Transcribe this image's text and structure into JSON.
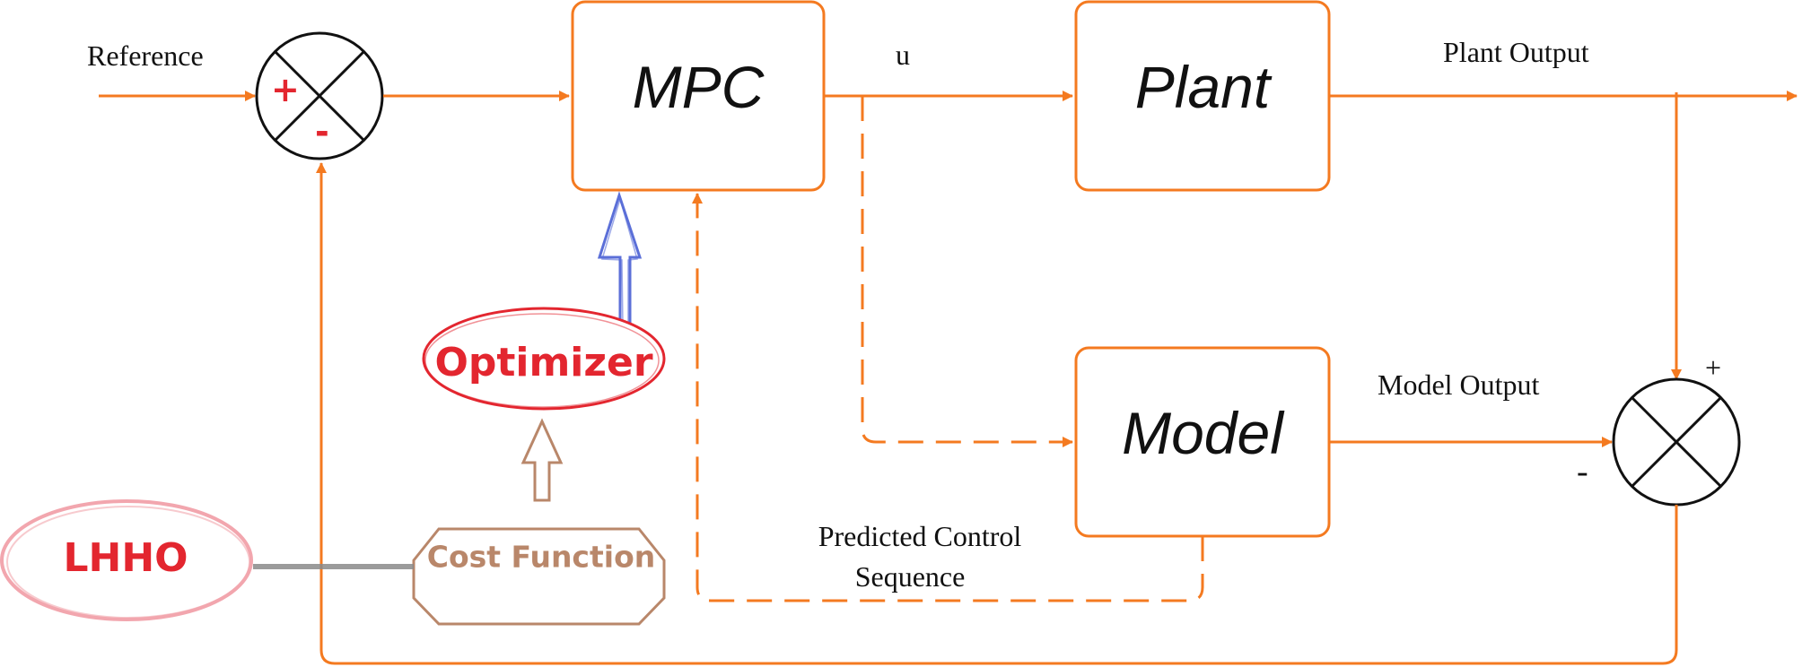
{
  "blocks": {
    "mpc": "MPC",
    "plant": "Plant",
    "model": "Model",
    "optimizer": "Optimizer",
    "cost_function": "Cost Function",
    "lhho": "LHHO"
  },
  "signals": {
    "reference": "Reference",
    "u": "u",
    "plant_output": "Plant Output",
    "model_output": "Model Output",
    "predicted_line1": "Predicted Control",
    "predicted_line2": "Sequence"
  },
  "signs": {
    "sum1_plus": "+",
    "sum1_minus": "-",
    "sum2_plus": "+",
    "sum2_minus": "-"
  },
  "colors": {
    "flow": "#f47a20",
    "optimizer": "#e3262f",
    "lhho": "#e3262f",
    "cost_function": "#b9876a",
    "optimizer_arrow": "#5b6fd8",
    "link": "#8a8a8a"
  }
}
